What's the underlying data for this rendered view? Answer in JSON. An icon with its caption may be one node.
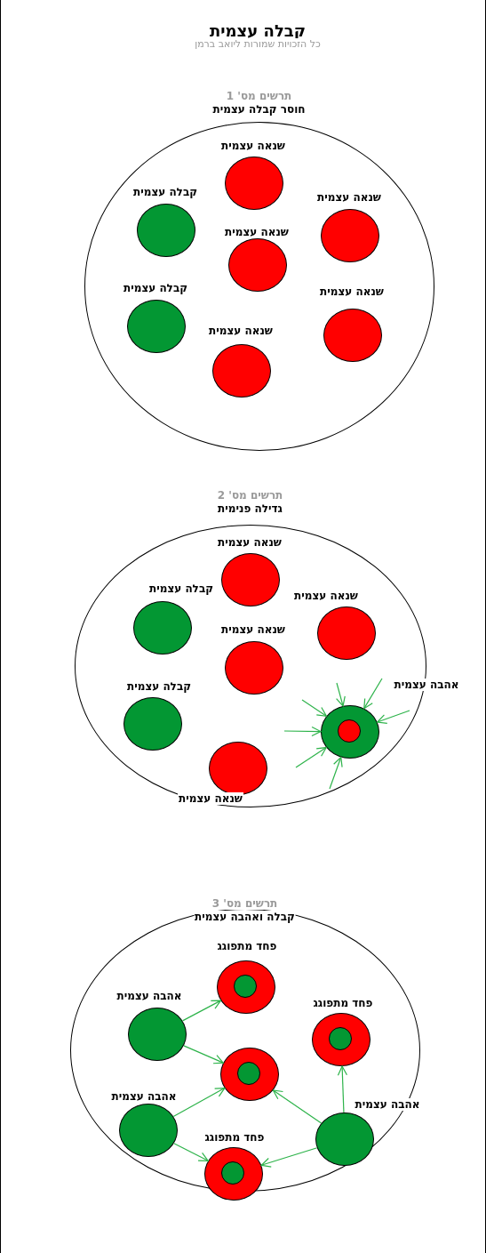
{
  "diagram": {
    "title": "קבלה עצמית",
    "nodes": [
      {
        "text": [
          "תרשים מס' 1",
          "חוסר קבלה עצמית"
        ]
      },
      {
        "text": [
          "שנאה עצמית"
        ],
        "in": 0
      },
      {
        "text": [
          "קבלה עצמית"
        ],
        "in": 0
      },
      {
        "text": [
          "שנאה עצמית"
        ],
        "in": 0
      },
      {
        "text": [
          "שנאה עצמית"
        ],
        "in": 0
      },
      {
        "text": [
          "קבלה עצמית"
        ],
        "in": 0
      },
      {
        "text": [
          "שנאה עצמית"
        ],
        "in": 0
      },
      {
        "text": [
          "שנאה עצמית"
        ],
        "in": 0
      },
      {
        "text": [
          "תרשים מס' 2",
          "גדילה פנימית"
        ]
      },
      {
        "text": [
          "שנאה עצמית"
        ],
        "in": 8
      },
      {
        "text": [
          "קבלה עצמית"
        ],
        "in": 8
      },
      {
        "text": [
          "שנאה עצמית"
        ],
        "in": 8
      },
      {
        "text": [
          "שנאה עצמית"
        ],
        "in": 8
      },
      {
        "text": [
          "קבלה עצמית"
        ],
        "in": 8
      },
      {
        "text": [],
        "shape": "circle",
        "in": 8
      },
      {
        "text": [],
        "shape": "circle",
        "in": 14
      },
      {
        "text": [
          "שנאה עצמית"
        ],
        "in": 8
      },
      {
        "text": [
          "תרשים מס' 3",
          "קבלה ואהבה עצמית"
        ]
      },
      {
        "text": [
          "פחד מתפוגג"
        ],
        "in": 17
      },
      {
        "text": [],
        "shape": "circle",
        "in": 18
      },
      {
        "text": [
          "אהבה עצמית"
        ],
        "in": 17
      },
      {
        "text": [
          "פחד מתפוגג"
        ],
        "in": 17
      },
      {
        "text": [],
        "shape": "circle",
        "in": 21
      },
      {
        "text": [],
        "shape": "circle",
        "in": 17
      },
      {
        "text": [],
        "shape": "circle",
        "in": 23
      },
      {
        "text": [
          "אהבה עצמית"
        ],
        "in": 17
      },
      {
        "text": [
          "אהבה עצמית"
        ],
        "in": 17
      },
      {
        "text": [
          "פחד מתפוגג"
        ],
        "in": 17
      },
      {
        "text": [],
        "shape": "circle",
        "in": 27
      }
    ],
    "edges": [
      {
        "from": null,
        "to": 14,
        "arrow": "to"
      },
      {
        "from": null,
        "to": 14,
        "arrow": "to"
      },
      {
        "from": null,
        "to": 14,
        "arrow": "to"
      },
      {
        "from": null,
        "to": 14,
        "arrow": "to"
      },
      {
        "from": null,
        "to": 14,
        "arrow": "to"
      },
      {
        "from": null,
        "to": 14,
        "arrow": "to"
      },
      {
        "from": null,
        "to": 14,
        "arrow": "to"
      },
      {
        "from": 20,
        "to": 18,
        "arrow": "to"
      },
      {
        "from": 20,
        "to": 23,
        "arrow": "to"
      },
      {
        "from": 25,
        "to": 23,
        "arrow": "to"
      },
      {
        "from": 25,
        "to": 27,
        "arrow": "to"
      },
      {
        "from": 26,
        "to": 23,
        "arrow": "to"
      },
      {
        "from": 26,
        "to": 27,
        "arrow": "to"
      },
      {
        "from": 26,
        "to": 21,
        "arrow": "to"
      }
    ],
    "labels": [
      "כל הזכויות שמורות ליואב ברמן",
      "אהבה עצמית"
    ]
  }
}
